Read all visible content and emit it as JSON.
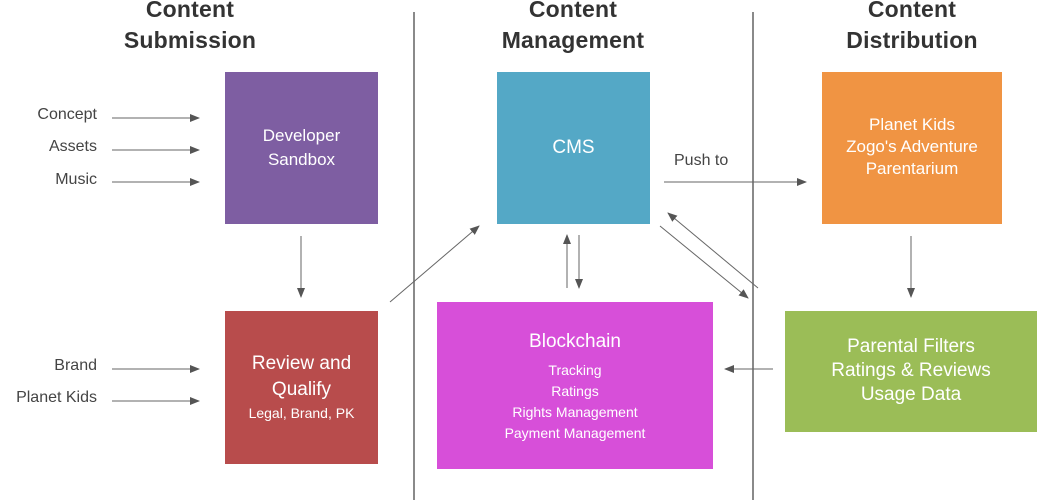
{
  "columns": {
    "submission": {
      "line1": "Content",
      "line2": "Submission"
    },
    "management": {
      "line1": "Content",
      "line2": "Management"
    },
    "distribution": {
      "line1": "Content",
      "line2": "Distribution"
    }
  },
  "inputs_top": [
    "Concept",
    "Assets",
    "Music"
  ],
  "inputs_bottom": [
    "Brand",
    "Planet Kids"
  ],
  "boxes": {
    "sandbox": {
      "line1": "Developer",
      "line2": "Sandbox",
      "color": "#7e5ea2"
    },
    "review": {
      "line1": "Review and",
      "line2": "Qualify",
      "sub": "Legal, Brand, PK",
      "color": "#b84c4c"
    },
    "cms": {
      "label": "CMS",
      "color": "#54a8c6"
    },
    "blockchain": {
      "title": "Blockchain",
      "items": [
        "Tracking",
        "Ratings",
        "Rights Management",
        "Payment Management"
      ],
      "color": "#d74fd9"
    },
    "distribution": {
      "items": [
        "Planet Kids",
        "Zogo's Adventure",
        "Parentarium"
      ],
      "color": "#f09443"
    },
    "parental": {
      "items": [
        "Parental Filters",
        "Ratings & Reviews",
        "Usage Data"
      ],
      "color": "#9bbd57"
    }
  },
  "push_label": "Push to"
}
